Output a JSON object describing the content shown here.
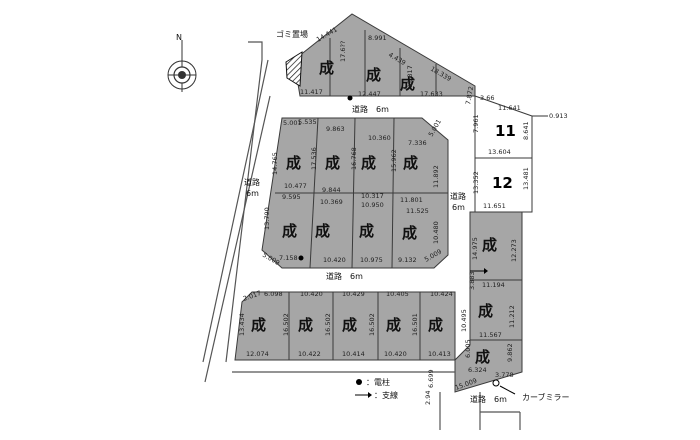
{
  "compass": {
    "north_label": "N"
  },
  "garbage_area": {
    "label": "ゴミ置場"
  },
  "roads": {
    "top_inner": "道路　6m",
    "left_outer_1": "道路",
    "left_outer_2": "6m",
    "right_inner_1": "道路",
    "right_inner_2": "6m",
    "middle": "道路　6m",
    "bottom": "道路　6m"
  },
  "status_mark": "成",
  "lots": {
    "lot11": {
      "number": "11",
      "dims": [
        "3.66",
        "11.641",
        "0.913",
        "7.961",
        "8.641",
        "13.604",
        "7.872"
      ]
    },
    "lot12": {
      "number": "12",
      "dims": [
        "13.352",
        "13.481",
        "11.651"
      ]
    }
  },
  "dims": {
    "top": [
      "14.441",
      "8.991",
      "4.439",
      "18.339",
      "12.817",
      "17.633",
      "17.6??",
      "12.447",
      "11.417"
    ],
    "center": [
      "5.001",
      "5.535",
      "9.863",
      "10.360",
      "7.336",
      "5.001",
      "14.765",
      "17.536",
      "16.768",
      "15.962",
      "10.477",
      "9.844",
      "10.317",
      "11.892",
      "9.595",
      "10.369",
      "10.950",
      "11.801",
      "11.525",
      "13.790",
      "10.480",
      "5.009",
      "7.158",
      "10.420",
      "10.975",
      "9.132",
      "5.009"
    ],
    "right_col": [
      "14.975",
      "12.273",
      "11.194",
      "3.883",
      "10.495",
      "11.212",
      "11.567",
      "6.005",
      "9.862",
      "6.324",
      "15.009",
      "3.778",
      "6.699",
      "2.94"
    ],
    "bottom_row": [
      "2.017",
      "6.098",
      "10.420",
      "10.429",
      "10.405",
      "10.424",
      "13.434",
      "16.502",
      "16.502",
      "16.502",
      "16.501",
      "12.074",
      "10.422",
      "10.414",
      "10.420",
      "10.413"
    ]
  },
  "legend": {
    "pole": "：電柱",
    "guy": "：支線",
    "mirror": "カーブミラー"
  }
}
